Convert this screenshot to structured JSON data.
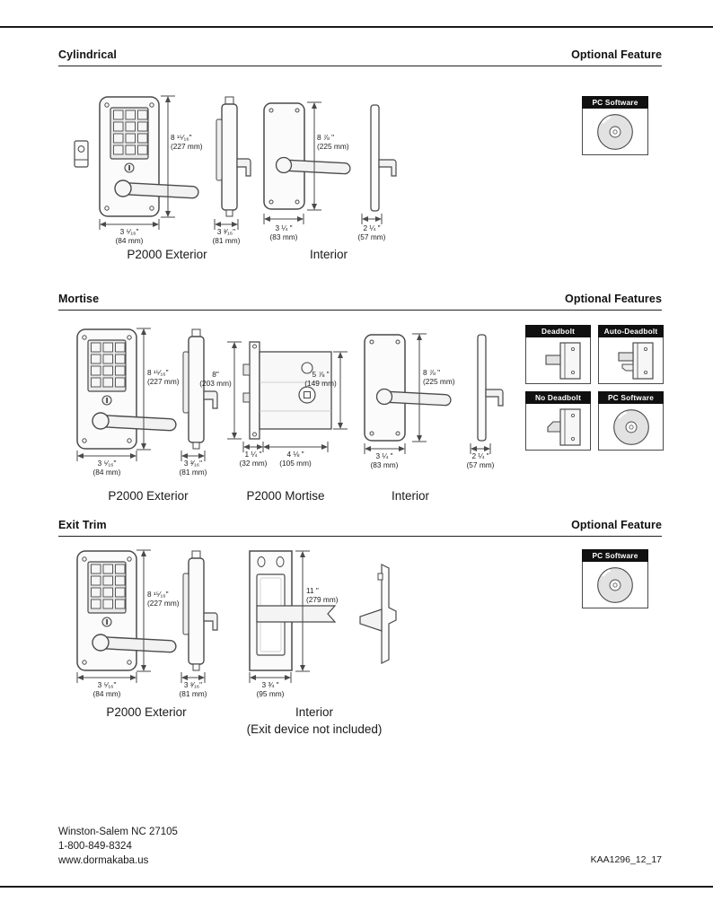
{
  "sections": {
    "cylindrical": {
      "title": "Cylindrical",
      "optional": "Optional Feature",
      "captions": {
        "exterior": "P2000 Exterior",
        "interior": "Interior"
      },
      "features": {
        "pc_software": "PC Software"
      }
    },
    "mortise": {
      "title": "Mortise",
      "optional": "Optional Features",
      "captions": {
        "exterior": "P2000 Exterior",
        "mortise": "P2000 Mortise",
        "interior": "Interior"
      },
      "features": {
        "deadbolt": "Deadbolt",
        "auto_deadbolt": "Auto-Deadbolt",
        "no_deadbolt": "No Deadbolt",
        "pc_software": "PC Software"
      }
    },
    "exit_trim": {
      "title": "Exit Trim",
      "optional": "Optional Feature",
      "captions": {
        "exterior": "P2000 Exterior",
        "interior": "Interior",
        "note": "(Exit device not included)"
      },
      "features": {
        "pc_software": "PC Software"
      }
    }
  },
  "dims": {
    "in227": "8 ¹⁵⁄₁₆\"",
    "mm227": "(227 mm)",
    "in84": "3 ⁵⁄₁₆\"",
    "mm84": "(84 mm)",
    "in81": "3 ³⁄₁₆\"",
    "mm81": "(81 mm)",
    "in225": "8 ⅞ \"",
    "mm225": "(225 mm)",
    "in83": "3 ¼ \"",
    "mm83": "(83 mm)",
    "in57": "2 ¼ \"",
    "mm57": "(57 mm)",
    "in203": "8\"",
    "mm203": "(203 mm)",
    "in149": "5 ⅞ \"",
    "mm149": "(149 mm)",
    "in32": "1 ¼ \"",
    "mm32": "(32 mm)",
    "in105": "4 ⅛ \"",
    "mm105": "(105 mm)",
    "in279": "11 \"",
    "mm279": "(279 mm)",
    "in95": "3 ¾ \"",
    "mm95": "(95 mm)"
  },
  "footer": {
    "address": "Winston-Salem NC 27105",
    "phone": "1-800-849-8324",
    "website": "www.dormakaba.us",
    "doc_code": "KAA1296_12_17"
  }
}
